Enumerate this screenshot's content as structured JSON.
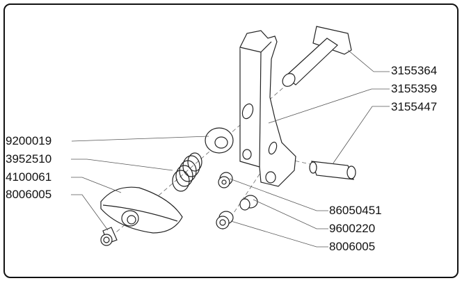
{
  "parts": [
    {
      "id": "p1",
      "number": "3155364"
    },
    {
      "id": "p2",
      "number": "3155359"
    },
    {
      "id": "p3",
      "number": "3155447"
    },
    {
      "id": "p4",
      "number": "9200019"
    },
    {
      "id": "p5",
      "number": "3952510"
    },
    {
      "id": "p6",
      "number": "4100061"
    },
    {
      "id": "p7",
      "number": "8006005"
    },
    {
      "id": "p8",
      "number": "86050451"
    },
    {
      "id": "p9",
      "number": "9600220"
    },
    {
      "id": "p10",
      "number": "8006005"
    }
  ]
}
